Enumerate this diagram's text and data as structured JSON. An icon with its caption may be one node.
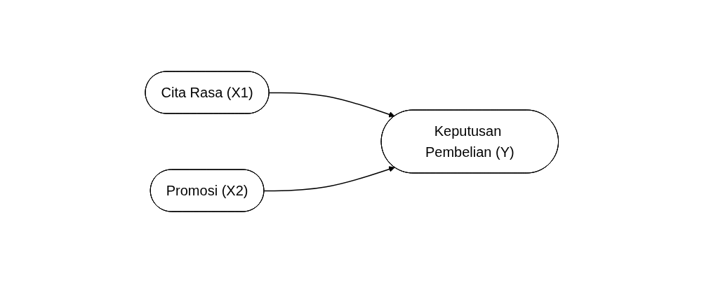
{
  "diagram": {
    "nodes": [
      {
        "text": [
          "Cita Rasa (X1)"
        ]
      },
      {
        "text": [
          "Promosi (X2)"
        ]
      },
      {
        "text": [
          "Keputusan Pembelian (Y)"
        ]
      }
    ],
    "edges": [
      {
        "from": 0,
        "to": 2,
        "arrow": "to"
      },
      {
        "from": 1,
        "to": 2,
        "arrow": "to"
      }
    ]
  }
}
